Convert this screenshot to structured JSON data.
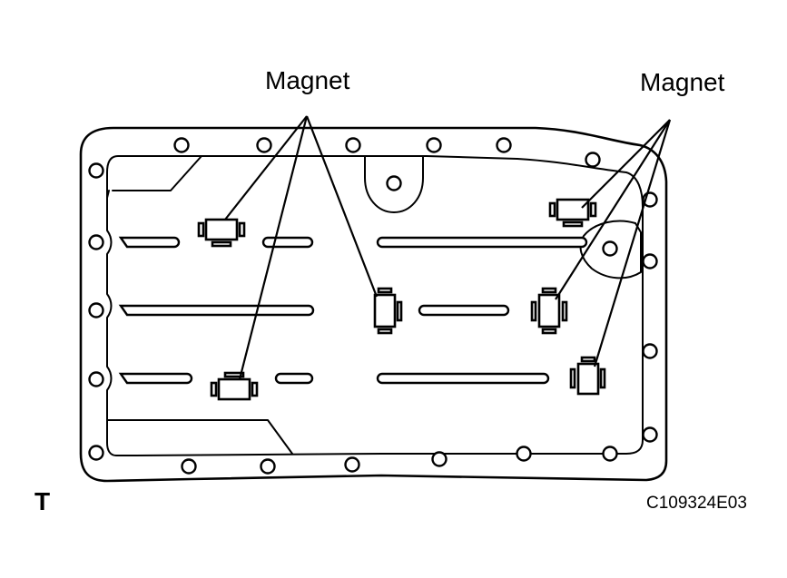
{
  "labels": {
    "magnet_left": "Magnet",
    "magnet_right": "Magnet",
    "corner_mark": "T",
    "figure_code": "C109324E03"
  },
  "icons": [
    "oil-pan-outline",
    "magnet-icon",
    "bolt-hole-icon"
  ]
}
